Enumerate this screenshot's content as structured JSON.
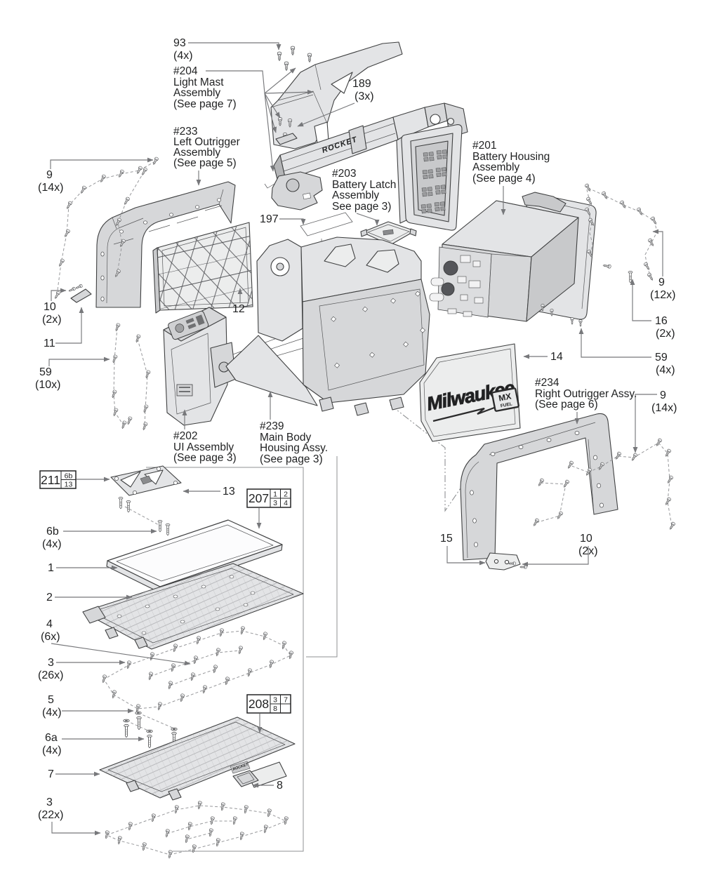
{
  "document": {
    "type": "exploded parts diagram",
    "product": "MX FUEL ROCKET Tower Light"
  },
  "branding": {
    "panel_script": "Milwaukee",
    "badge_top": "MX",
    "badge_bottom": "FUEL",
    "mast_wordmark": "ROCKET",
    "tray_wordmark": "ROCKET"
  },
  "assembly_callouts": {
    "a204": {
      "l1": "#204",
      "l2": "Light Mast",
      "l3": "Assembly",
      "l4": "(See page 7)"
    },
    "a233": {
      "l1": "#233",
      "l2": "Left Outrigger",
      "l3": "Assembly",
      "l4": "(See page 5)"
    },
    "a203": {
      "l1": "#203",
      "l2": "Battery Latch",
      "l3": "Assembly",
      "l4": "See page 3)"
    },
    "a201": {
      "l1": "#201",
      "l2": "Battery Housing",
      "l3": "Assembly",
      "l4": "(See page 4)"
    },
    "a202": {
      "l1": "#202",
      "l2": "UI Assembly",
      "l3": "(See page 3)"
    },
    "a239": {
      "l1": "#239",
      "l2": "Main Body",
      "l3": "Housing Assy.",
      "l4": "(See page 3)"
    },
    "a234": {
      "l1": "#234",
      "l2": "Right Outrigger Assy.",
      "l3": "(See page 6)"
    }
  },
  "part_callouts": {
    "p93": {
      "ref": "93",
      "qty": "(4x)"
    },
    "p189": {
      "ref": "189",
      "qty": "(3x)"
    },
    "p9L": {
      "ref": "9",
      "qty": "(14x)"
    },
    "p10L": {
      "ref": "10",
      "qty": "(2x)"
    },
    "p11": {
      "ref": "11"
    },
    "p59L": {
      "ref": "59",
      "qty": "(10x)"
    },
    "p12": {
      "ref": "12"
    },
    "p197": {
      "ref": "197"
    },
    "p9R": {
      "ref": "9",
      "qty": "(12x)"
    },
    "p16": {
      "ref": "16",
      "qty": "(2x)"
    },
    "p59R": {
      "ref": "59",
      "qty": "(4x)"
    },
    "p14": {
      "ref": "14"
    },
    "p9BR": {
      "ref": "9",
      "qty": "(14x)"
    },
    "p15": {
      "ref": "15"
    },
    "p10R": {
      "ref": "10",
      "qty": "(2x)"
    },
    "p13": {
      "ref": "13"
    },
    "p6b": {
      "ref": "6b",
      "qty": "(4x)"
    },
    "p1": {
      "ref": "1"
    },
    "p2": {
      "ref": "2"
    },
    "p4": {
      "ref": "4",
      "qty": "(6x)"
    },
    "p3a": {
      "ref": "3",
      "qty": "(26x)"
    },
    "p5": {
      "ref": "5",
      "qty": "(4x)"
    },
    "p6a": {
      "ref": "6a",
      "qty": "(4x)"
    },
    "p7": {
      "ref": "7"
    },
    "p8": {
      "ref": "8"
    },
    "p3b": {
      "ref": "3",
      "qty": "(22x)"
    }
  },
  "ref_boxes": {
    "b211": {
      "id": "211",
      "r1c1": "6b",
      "r2c1": "13"
    },
    "b207": {
      "id": "207",
      "r1c1": "1",
      "r1c2": "2",
      "r2c1": "3",
      "r2c2": "4"
    },
    "b208": {
      "id": "208",
      "r1c1": "3",
      "r1c2": "7",
      "r2c1": "8",
      "r2c2": ""
    }
  },
  "colors": {
    "background": "#ffffff",
    "line": "#3f4041",
    "leader": "#77787b",
    "fill_light": "#eceded",
    "fill_mid": "#d6d7d9",
    "fill_dark": "#c8c9cb",
    "text": "#1f2021"
  }
}
